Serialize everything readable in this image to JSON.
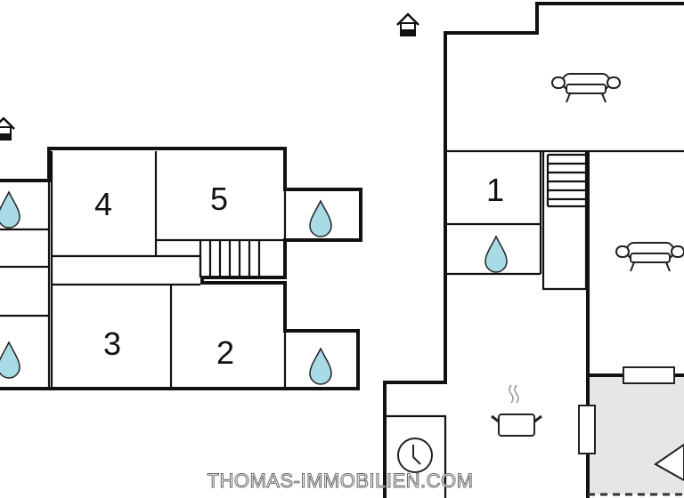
{
  "rooms": [
    {
      "label": "1"
    },
    {
      "label": "2"
    },
    {
      "label": "3"
    },
    {
      "label": "4"
    },
    {
      "label": "5"
    }
  ],
  "watermark": "THOMAS-IMMOBILIEN.COM",
  "colors": {
    "water_drop": "#a9dbe6",
    "shaded_room": "#e6e6e6",
    "walls": "#111111"
  },
  "icons": [
    "house-entrance-icon",
    "water-drop-icon",
    "sofa-icon",
    "cooking-pot-icon",
    "clock-icon",
    "stairs-icon",
    "window-icon"
  ]
}
